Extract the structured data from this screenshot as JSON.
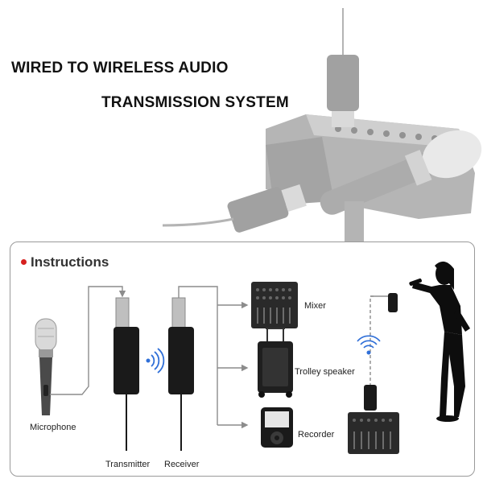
{
  "header": {
    "line1": "WIRED TO WIRELESS AUDIO",
    "line2": "TRANSMISSION SYSTEM"
  },
  "instructions": {
    "title": "Instructions",
    "labels": {
      "microphone": "Microphone",
      "transmitter": "Transmitter",
      "receiver": "Receiver",
      "mixer": "Mixer",
      "trolley_speaker": "Trolley speaker",
      "recorder": "Recorder"
    }
  },
  "icons": [
    "microphone-icon",
    "transmitter-icon",
    "receiver-icon",
    "wireless-signal-icon",
    "mixer-icon",
    "trolley-speaker-icon",
    "recorder-icon",
    "singer-silhouette-icon"
  ],
  "colors": {
    "accent": "#d6201f",
    "line": "#8c8c8c",
    "device": "#1a1a1a"
  }
}
